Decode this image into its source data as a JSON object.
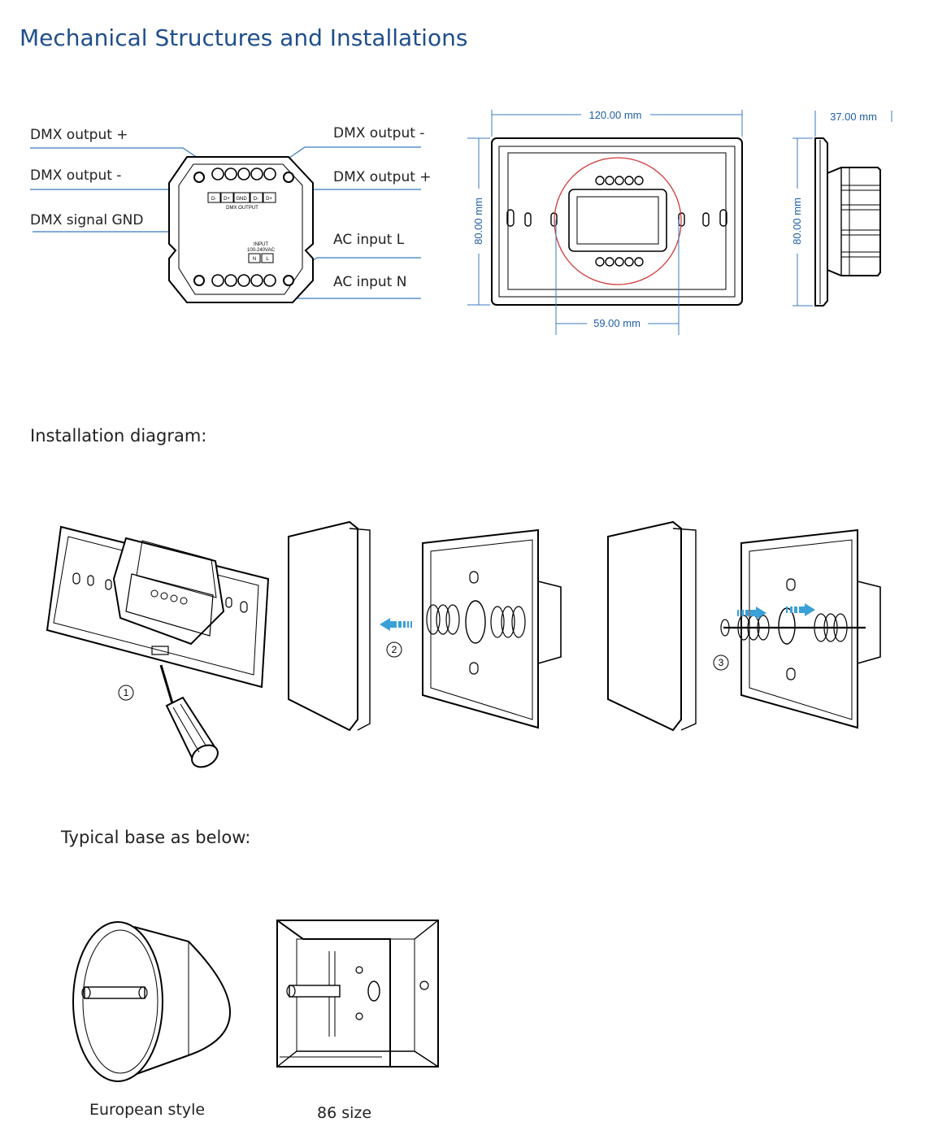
{
  "title": "Mechanical Structures and Installations",
  "terminal_labels": {
    "dmx_out_plus_left": "DMX output +",
    "dmx_out_minus_left": "DMX output -",
    "dmx_signal_gnd": "DMX signal GND",
    "dmx_out_minus_right": "DMX output -",
    "dmx_out_plus_right": "DMX output +",
    "ac_input_l": "AC input  L",
    "ac_input_n": "AC input N"
  },
  "module_markings": {
    "pins": [
      "D-",
      "D+",
      "GND",
      "D-",
      "D+"
    ],
    "dmx_output": "DMX OUTPUT",
    "input_title": "INPUT",
    "input_voltage": "100-240VAC",
    "input_pins": [
      "N",
      "L"
    ]
  },
  "dimensions": {
    "width": "120.00 mm",
    "height_front": "80.00 mm",
    "center": "59.00 mm",
    "depth": "37.00 mm",
    "height_side": "80.00 mm"
  },
  "installation_heading": "Installation diagram:",
  "steps": [
    "1",
    "2",
    "3"
  ],
  "base_heading": "Typical base as below:",
  "bases": [
    "European style",
    "86 size"
  ],
  "colors": {
    "title": "#1f4e8c",
    "dimension": "#1f5fa5",
    "highlight": "#d23a3a",
    "arrow": "#3aa0d8"
  }
}
